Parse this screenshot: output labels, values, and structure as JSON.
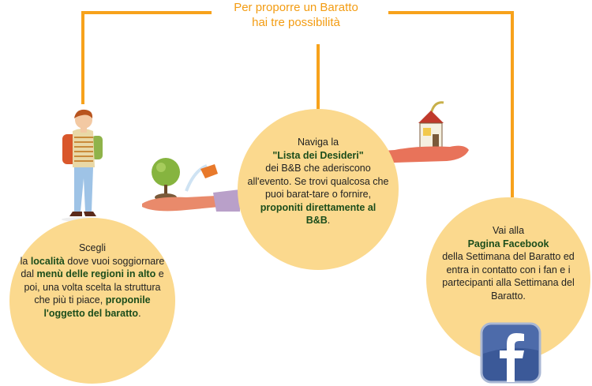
{
  "header": {
    "line1": "Per proporre un Baratto",
    "line2": "hai tre possibilità"
  },
  "option_left": {
    "t1": "Scegli",
    "t2": "la ",
    "t3": "località",
    "t4": " dove vuoi soggiornare dal ",
    "t5": "menù delle regioni in alto",
    "t6": " e poi, una volta scelta la struttura che più ti piace, ",
    "t7": "proponile l'oggetto del baratto",
    "t8": "."
  },
  "option_center": {
    "t1": "Naviga la",
    "t2": "\"Lista dei Desideri\"",
    "t3": "dei B&B che aderiscono all'evento. Se trovi qualcosa che puoi barat-tare o fornire, ",
    "t4": "proponiti direttamente al B&B",
    "t5": "."
  },
  "option_right": {
    "t1": "Vai alla",
    "t2": "Pagina Facebook",
    "t3": "della Settimana del Baratto  ed entra in contatto con i fan e i partecipanti alla Settimana del Baratto."
  },
  "colors": {
    "accent": "#f7a21b",
    "circle": "#fbd98e",
    "facebook": "#3b5998"
  },
  "icons": [
    "traveler-illustration",
    "hand-tree-illustration",
    "hand-house-illustration",
    "facebook-icon"
  ]
}
